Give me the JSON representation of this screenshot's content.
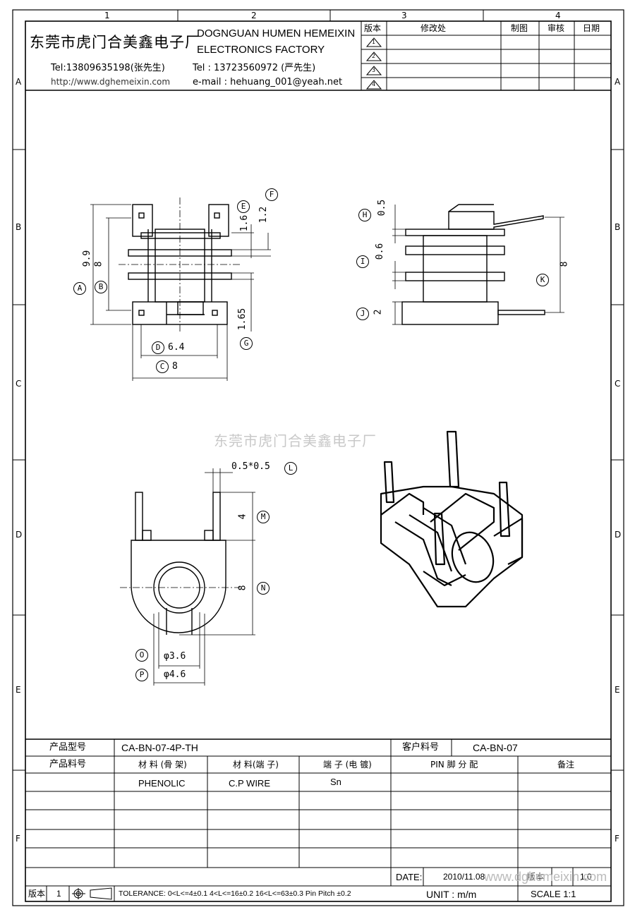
{
  "grid": {
    "cols": [
      "1",
      "2",
      "3",
      "4"
    ],
    "rows": [
      "A",
      "B",
      "C",
      "D",
      "E",
      "F"
    ]
  },
  "company": {
    "name_cn": "东莞市虎门合美鑫电子厂",
    "name_en_1": "DOGNGUAN HUMEN HEMEIXIN",
    "name_en_2": "ELECTRONICS FACTORY",
    "tel1": "Tel:13809635198(张先生)",
    "url": "http://www.dghemeixin.com",
    "tel2": "Tel : 13723560972 (严先生)",
    "email": "e-mail : hehuang_001@yeah.net"
  },
  "revision_table": {
    "headers": [
      "版本",
      "修改处",
      "制图",
      "审核",
      "日期"
    ],
    "rows": [
      "1",
      "2",
      "3",
      "4"
    ]
  },
  "watermark": "东莞市虎门合美鑫电子厂",
  "dims": {
    "A": "A",
    "B": "B",
    "C": "C",
    "D": "D",
    "E": "E",
    "F": "F",
    "G": "G",
    "H": "H",
    "I": "I",
    "J": "J",
    "K": "K",
    "L": "L",
    "M": "M",
    "N": "N",
    "O": "O",
    "P": "P",
    "a_val": "9.9",
    "b_val": "8",
    "c_val": "8",
    "d_val": "6.4",
    "e_val": "1.6",
    "f_val": "1.2",
    "g_val": "1.65",
    "h_val": "0.5",
    "i_val": "0.6",
    "j_val": "2",
    "k_val": "8",
    "l_val": "0.5*0.5",
    "m_val": "4",
    "n_val": "8",
    "o_val": "φ3.6",
    "p_val": "φ4.6"
  },
  "bom": {
    "product_model_label": "产品型号",
    "product_model": "CA-BN-07-4P-TH",
    "customer_no_label": "客户料号",
    "customer_no": "CA-BN-07",
    "product_no_label": "产品料号",
    "headers": [
      "材 料 (骨 架)",
      "材 料(端 子)",
      "端 子 (电 镀)",
      "PIN 脚 分 配",
      "备注"
    ],
    "values": [
      "PHENOLIC",
      "C.P WIRE",
      "Sn"
    ]
  },
  "footer": {
    "date_label": "DATE:",
    "date_value": "2010/11.08",
    "version_label": "版本",
    "version_value": "1",
    "tolerance": "TOLERANCE:  0<L<=4±0.1  4<L<=16±0.2  16<L<=63±0.3  Pin Pitch  ±0.2",
    "unit": "UNIT : m/m",
    "scale": "SCALE   1:1",
    "ver_small": "版本",
    "ver_small_value": "1.0",
    "footer_watermark": "www.dghemeixin.com"
  }
}
